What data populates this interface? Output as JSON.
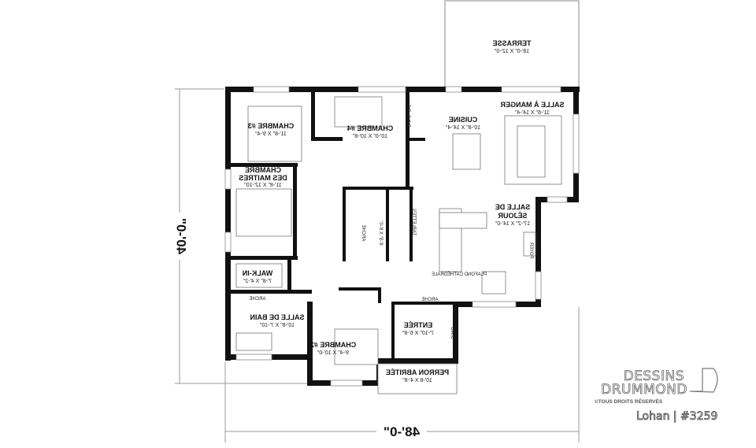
{
  "plan": {
    "rooms": [
      {
        "name": "TERRASSE",
        "size": "18'-0\" X 12'-0\""
      },
      {
        "name": "CHAMBRE #3",
        "size": "11'-8\" X 9'-4\""
      },
      {
        "name": "CHAMBRE #4",
        "size": "10'-0\" X 10'-8\""
      },
      {
        "name": "SALLE À MANGER",
        "size": "11'-6\" X 14'-4\""
      },
      {
        "name": "CUISINE",
        "size": "10'-8\" X 14'-4\""
      },
      {
        "name_line1": "CHAMBRE",
        "name_line2": "DES MAITRES",
        "size": "11'-8\" X 12'-10\""
      },
      {
        "name_line1": "SALLE DE",
        "name_line2": "SÉJOUR",
        "size": "17'-2\" X 14'-0\""
      },
      {
        "name": "WALK-IN",
        "size": "7'-8\" X 4'-2\""
      },
      {
        "name": "SALLE DE BAIN",
        "size": "10'-8\" X 7'-10\""
      },
      {
        "name": "CHAMBRE #2",
        "size": "9'-4\" X 10'-0\""
      },
      {
        "name": "ENTRÉE",
        "size": "7'-10\" X 6'-8\""
      },
      {
        "name": "PERRON ABRITÉE",
        "size": "10'-8 X 4'-8\""
      }
    ],
    "labels": {
      "closet_small": "5'-0\" X 4'-6\"",
      "closet_laundry": "8'-5\" X 8'-0\"",
      "arche": "ARCHE",
      "tablettes": "TABLETTES",
      "foyer": "FOYER",
      "plafond": "PLAFOND CATHÉDRALE",
      "bwic": "BWIC"
    },
    "dimensions": {
      "depth": "40'-0\"",
      "width": "48'-0\""
    }
  },
  "branding": {
    "logo_line1": "DESSINS",
    "logo_line2": "DRUMMOND",
    "copyright": "©TOUS DROITS RÉSERVÉS",
    "model": "Lohan | #3259"
  }
}
